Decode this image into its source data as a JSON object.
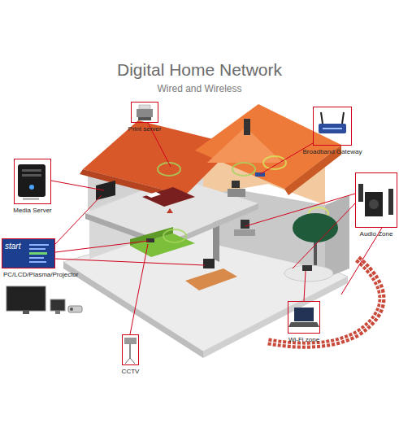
{
  "diagram": {
    "title": "Digital Home Network",
    "nodes": [
      {
        "text": [
          "Print server"
        ]
      },
      {
        "text": [
          "Broadband Gateway"
        ]
      },
      {
        "text": [
          "Media Server"
        ]
      },
      {
        "text": [
          "Audio Zone"
        ]
      },
      {
        "text": [
          "PC/LCD/Plasma/Projector"
        ]
      },
      {
        "text": [
          "Wi-Fi zone"
        ]
      },
      {
        "text": [
          "CCTV"
        ]
      }
    ],
    "labels": [
      "Wired and Wireless",
      "start"
    ]
  }
}
